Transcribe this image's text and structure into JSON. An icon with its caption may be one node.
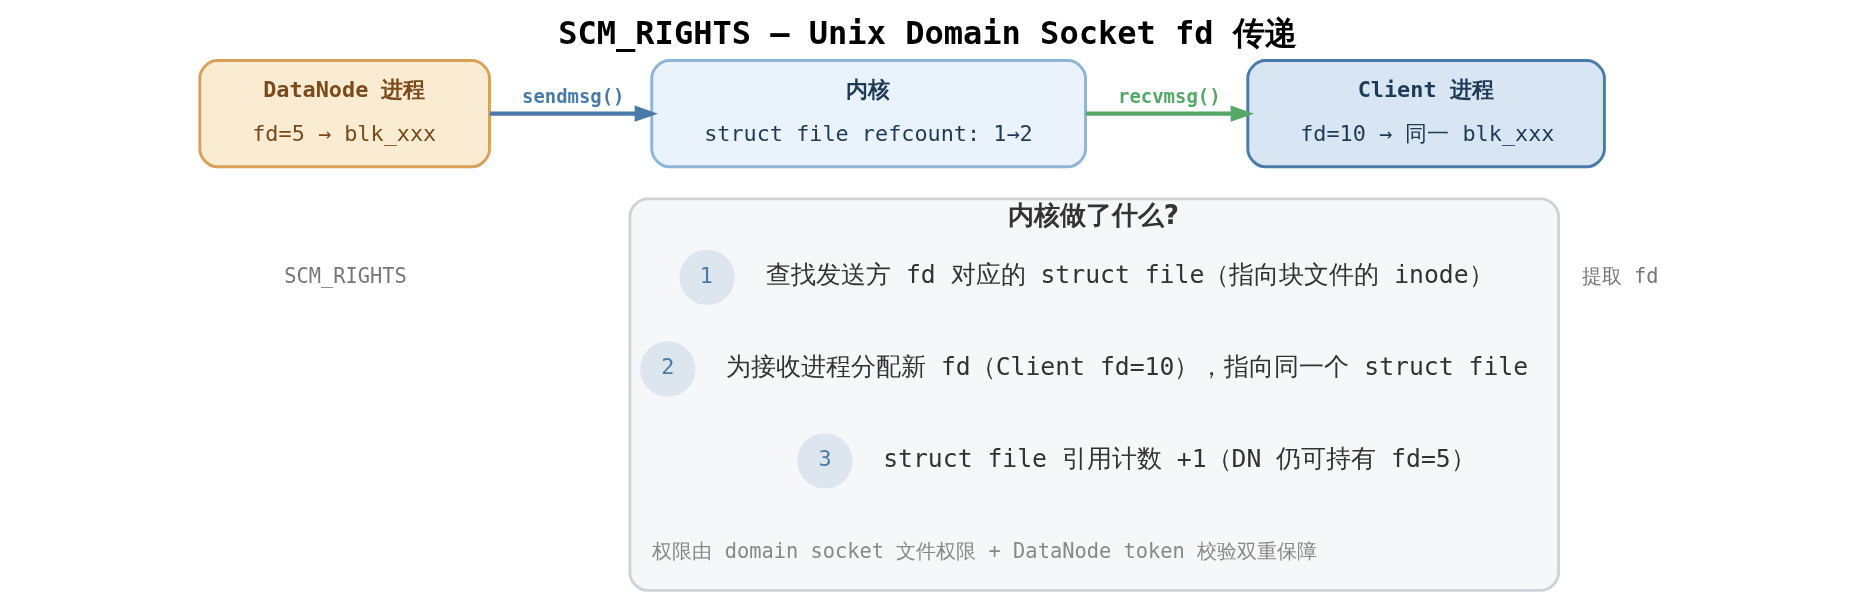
{
  "diagram": {
    "title": "SCM_RIGHTS — Unix Domain Socket fd 传递",
    "nodes": [
      {
        "text": [
          "DataNode 进程",
          "fd=5 → blk_xxx"
        ]
      },
      {
        "text": [
          "内核",
          "struct file refcount: 1→2"
        ]
      },
      {
        "text": [
          "Client 进程",
          "fd=10 → 同一 blk_xxx"
        ]
      },
      {
        "text": [
          "内核做了什么?"
        ]
      },
      {
        "text": [
          "1"
        ],
        "in": 3,
        "beside": [
          "查找发送方 fd 对应的 struct file（指向块文件的 inode）"
        ]
      },
      {
        "text": [
          "2"
        ],
        "in": 3,
        "beside": [
          "为接收进程分配新 fd（Client fd=10），指向同一个 struct file"
        ]
      },
      {
        "text": [
          "3"
        ],
        "in": 3,
        "beside": [
          "struct file 引用计数 +1（DN 仍可持有 fd=5）"
        ]
      }
    ],
    "edges": [
      {
        "from": 0,
        "to": 1,
        "arrow": "to",
        "label": "sendmsg()",
        "color": "#4a7aa8"
      },
      {
        "from": 1,
        "to": 2,
        "arrow": "to",
        "label": "recvmsg()",
        "color": "#55a868"
      }
    ],
    "labels": [
      "SCM_RIGHTS",
      "提取 fd",
      "权限由 domain socket 文件权限 + DataNode token 校验双重保障"
    ]
  }
}
